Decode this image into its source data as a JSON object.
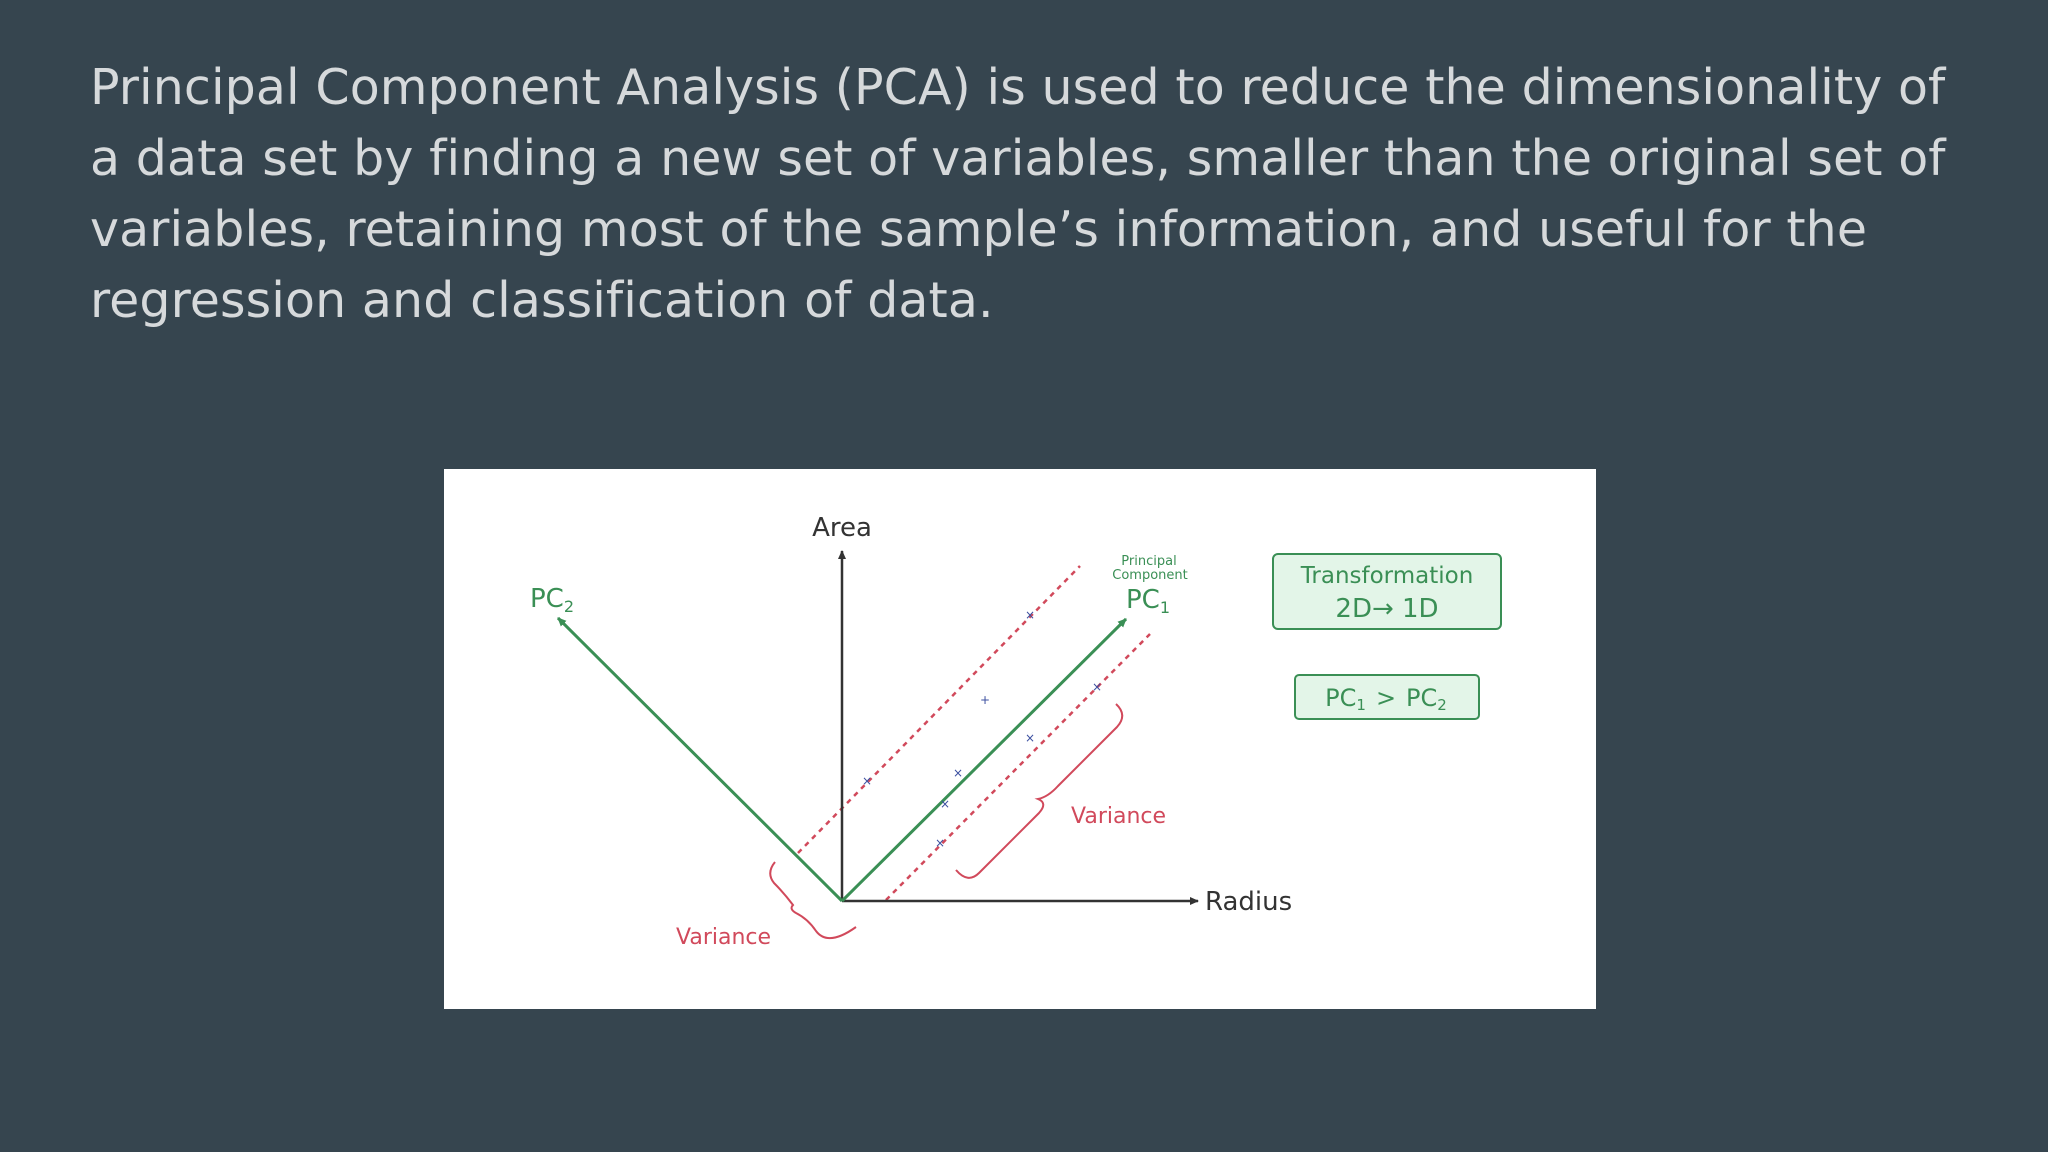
{
  "slide": {
    "body_text": "Principal Component Analysis (PCA) is used to reduce the dimensionality of a data set by finding a new set of variables, smaller than the original set of variables, retaining most of the sample’s information, and useful for the regression and classification of data."
  },
  "diagram": {
    "y_axis_label": "Area",
    "x_axis_label": "Radius",
    "pc2_label": "PC",
    "pc2_sub": "2",
    "pc1_caption_line1": "Principal",
    "pc1_caption_line2": "Component",
    "pc1_label": "PC",
    "pc1_sub": "1",
    "variance_label_right": "Variance",
    "variance_label_left": "Variance",
    "transform_line1": "Transformation",
    "transform_line2": "2D→ 1D",
    "compare_left": "PC",
    "compare_left_sub": "1",
    "compare_op": ">",
    "compare_right": "PC",
    "compare_right_sub": "2",
    "colors": {
      "axis": "#333333",
      "component": "#3a8f55",
      "variance": "#d1495b",
      "point": "#3b4fa0",
      "box_fill": "#e3f5e8",
      "box_stroke": "#3a8f55"
    }
  }
}
